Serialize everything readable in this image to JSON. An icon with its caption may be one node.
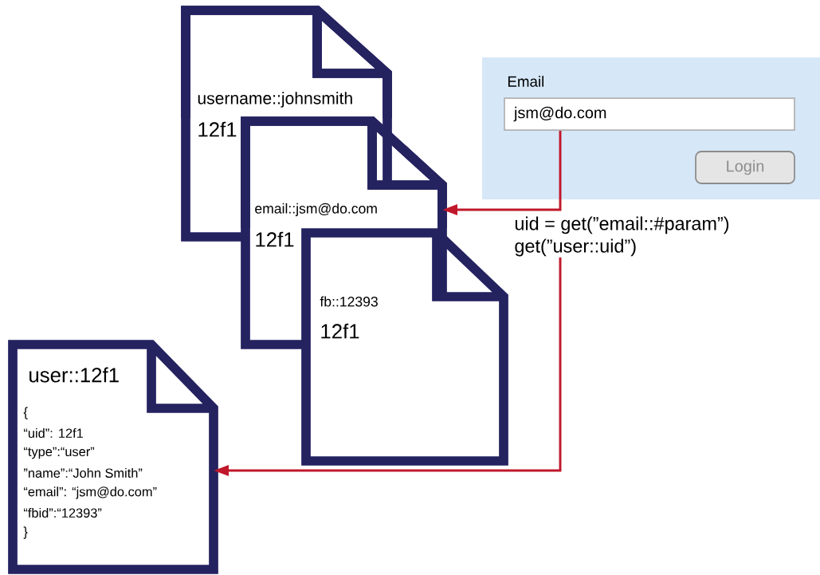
{
  "diagram": {
    "nodes": [
      {
        "text": [
          "username::johnsmith",
          "12f1"
        ]
      },
      {
        "text": [
          "email::jsm@do.com",
          "12f1"
        ]
      },
      {
        "text": [
          "fb::12393",
          "12f1"
        ]
      },
      {
        "text": [
          "user::12f1",
          "{",
          "“uid”:  12f1",
          "“type”:“user”",
          "”name”:“John Smith”",
          "“email”: “jsm@do.com”",
          "“fbid”:“12393”",
          "}"
        ]
      },
      {
        "text": [
          "Email"
        ]
      },
      {
        "text": [
          "jsm@do.com"
        ],
        "in": 4
      },
      {
        "text": [
          "Login"
        ],
        "in": 4
      },
      {
        "text": [
          "uid = get(”email::#param”)",
          "get(”user::uid”)"
        ]
      }
    ],
    "edges": [
      {
        "from": 5,
        "to": 1,
        "arrow": "to"
      },
      {
        "from": 7,
        "to": 3,
        "arrow": "to"
      }
    ]
  }
}
